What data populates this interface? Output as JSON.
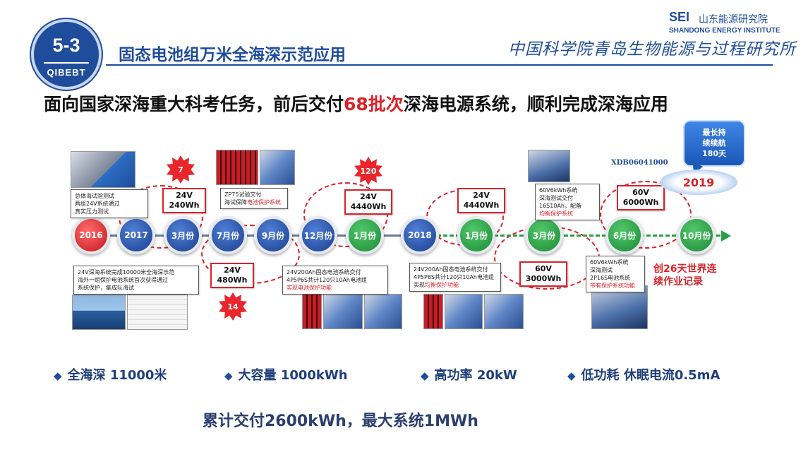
{
  "header": {
    "badge_number": "5-3",
    "badge_org": "QIBEBT",
    "title": "固态电池组万米全海深示范应用",
    "logo_sei": "SEI",
    "logo_sei_cn": "山东能源研究院",
    "logo_sei_en": "SHANDONG ENERGY INSTITUTE",
    "institute_calligraphy": "中国科学院青岛生物能源与过程研究所"
  },
  "headline": {
    "prefix": "面向国家深海重大科考任务，前后交付",
    "highlight": "68批次",
    "suffix": "深海电源系统，顺利完成深海应用"
  },
  "colors": {
    "primary": "#1f4d9b",
    "accent": "#d8232a",
    "green": "#2a9d46"
  },
  "timeline": {
    "nodes": [
      {
        "label": "2016",
        "color": "red"
      },
      {
        "label": "2017",
        "color": "blue"
      },
      {
        "label": "3月份",
        "color": "blue"
      },
      {
        "label": "7月份",
        "color": "blue"
      },
      {
        "label": "9月份",
        "color": "blue"
      },
      {
        "label": "12月份",
        "color": "blue"
      },
      {
        "label": "1月份",
        "color": "green"
      },
      {
        "label": "2018",
        "color": "blue"
      },
      {
        "label": "1月份",
        "color": "green"
      },
      {
        "label": "3月份",
        "color": "green"
      },
      {
        "label": "6月份",
        "color": "green"
      },
      {
        "label": "10月份",
        "color": "green"
      }
    ],
    "voltage_boxes": [
      {
        "voltage": "24V",
        "capacity": "240Wh"
      },
      {
        "voltage": "24V",
        "capacity": "480Wh"
      },
      {
        "voltage": "24V",
        "capacity": "4440Wh"
      },
      {
        "voltage": "24V",
        "capacity": "4440Wh"
      },
      {
        "voltage": "60V",
        "capacity": "3000Wh"
      },
      {
        "voltage": "60V",
        "capacity": "6000Wh"
      }
    ],
    "stars": [
      "7",
      "14",
      "120"
    ],
    "notes": [
      {
        "line1": "总体海试验测试",
        "line2": "两组24V系统通过",
        "line3": "真实压力测试"
      },
      {
        "line1": "ZP75试验交付",
        "line2": "海试保障",
        "highlight": "电池保护系统"
      },
      {
        "line1": "24V深海系统完成10000米全海深示范",
        "line2": "海外一组保护电池系统首次获得通过",
        "line3": "系统保护，集成队海试"
      },
      {
        "line1": "24V200Ah固态电池系统交付",
        "line2": "4P5P6S共计120只10Ah电池组",
        "highlight": "实现电池保护功能"
      },
      {
        "line1": "24V200Ah固态电池系统交付",
        "line2": "4P5P8S共计120只10Ah电池组",
        "line3": "实现",
        "highlight": "均衡保护功能"
      },
      {
        "line1": "60V6kWh系统",
        "line2": "深海测试交付",
        "line3": "16S10Ah，配备",
        "highlight": "均衡保护系统"
      },
      {
        "line1": "60V6kWh系统",
        "line2": "深海测试",
        "line3": "2P16S电池系统",
        "highlight": "带有保护系统功能"
      }
    ],
    "xdb_label": "XDB06041000",
    "year_2019": "2019",
    "bubble": {
      "line1": "最长持",
      "line2": "续续航",
      "line3": "180天"
    },
    "record": {
      "line1": "创26天世界连",
      "line2": "续作业记录"
    }
  },
  "features": [
    {
      "text": "全海深 11000米"
    },
    {
      "text": "大容量 1000kWh"
    },
    {
      "text": "高功率 20kW"
    },
    {
      "text": "低功耗 休眠电流0.5mA"
    }
  ],
  "summary": "累计交付2600kWh，最大系统1MWh"
}
